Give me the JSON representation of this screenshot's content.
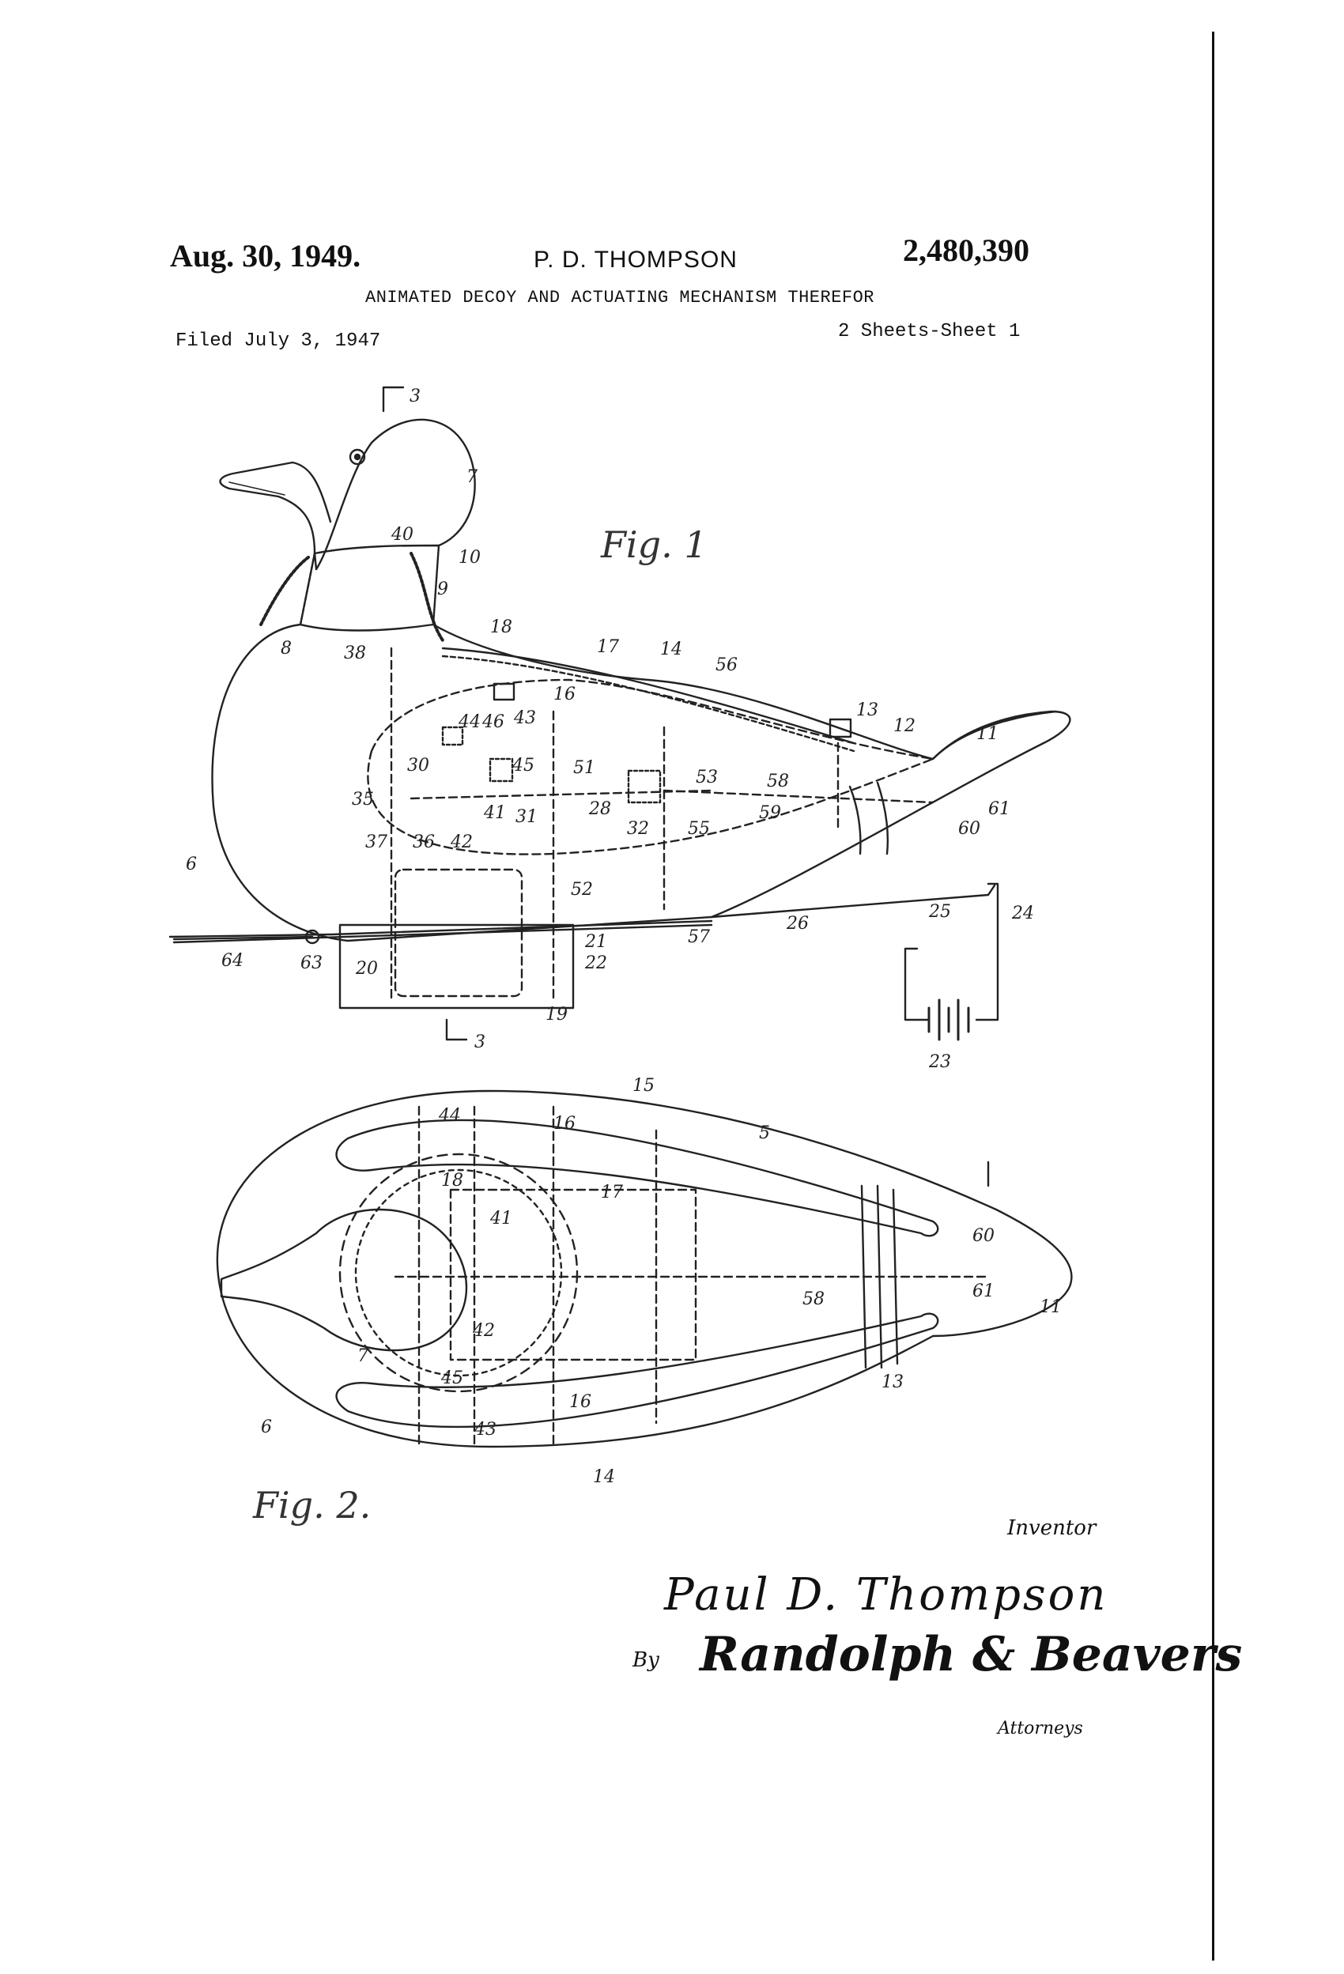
{
  "header": {
    "date": "Aug. 30, 1949.",
    "inventor": "P. D. THOMPSON",
    "patent_number": "2,480,390",
    "title": "ANIMATED DECOY AND ACTUATING MECHANISM THEREFOR",
    "filed": "Filed July 3, 1947",
    "sheets": "2 Sheets-Sheet 1"
  },
  "figures": {
    "fig1_label": "Fig. 1",
    "fig2_label": "Fig. 2.",
    "fig1_refs": [
      "3",
      "7",
      "40",
      "10",
      "9",
      "8",
      "38",
      "18",
      "17",
      "14",
      "56",
      "16",
      "13",
      "12",
      "11",
      "44",
      "46",
      "43",
      "45",
      "51",
      "53",
      "58",
      "30",
      "35",
      "41",
      "31",
      "28",
      "32",
      "55",
      "59",
      "61",
      "60",
      "37",
      "36",
      "42",
      "6",
      "52",
      "21",
      "22",
      "57",
      "26",
      "25",
      "24",
      "64",
      "63",
      "20",
      "19",
      "23"
    ],
    "fig2_refs": [
      "15",
      "5",
      "44",
      "16",
      "17",
      "18",
      "41",
      "60",
      "61",
      "58",
      "11",
      "7",
      "42",
      "45",
      "13",
      "6",
      "43",
      "14"
    ]
  },
  "signature": {
    "inventor_caption": "Inventor",
    "inventor_name": "Paul D. Thompson",
    "by": "By",
    "attorneys_name": "Randolph & Beavers",
    "attorneys_caption": "Attorneys"
  }
}
